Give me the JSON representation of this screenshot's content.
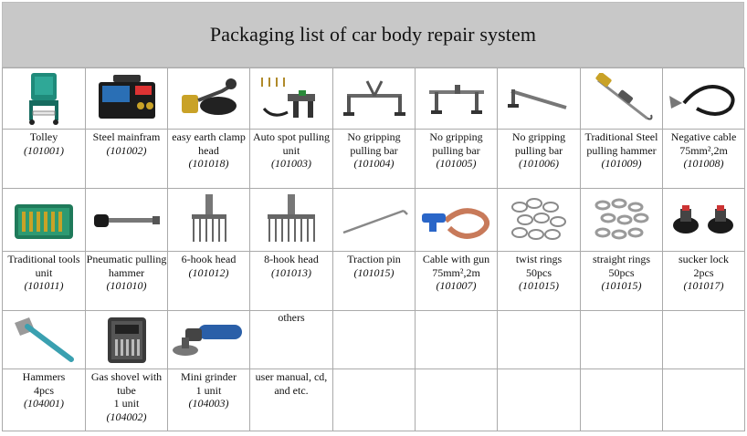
{
  "title": "Packaging list of car body repair system",
  "rows": [
    [
      {
        "name": "Tolley",
        "code": "(101001)",
        "icon": "trolley-icon"
      },
      {
        "name": "Steel mainfram",
        "code": "(101002)",
        "icon": "mainframe-machine-icon"
      },
      {
        "name": "easy earth clamp head",
        "code": "(101018)",
        "icon": "earth-clamp-icon"
      },
      {
        "name": "Auto spot pulling unit",
        "code": "(101003)",
        "icon": "spot-pulling-unit-icon"
      },
      {
        "name": "No gripping pulling  bar",
        "code": "(101004)",
        "icon": "pulling-bar-icon"
      },
      {
        "name": "No gripping pulling  bar",
        "code": "(101005)",
        "icon": "pulling-bar-icon"
      },
      {
        "name": "No gripping pulling  bar",
        "code": "(101006)",
        "icon": "pulling-bar-icon"
      },
      {
        "name": "Traditional Steel pulling hammer",
        "code": "(101009)",
        "icon": "pulling-hammer-icon"
      },
      {
        "name": "Negative cable 75mm²,2m",
        "code": "(101008)",
        "icon": "negative-cable-icon"
      }
    ],
    [
      {
        "name": "Traditional tools unit",
        "code": "(101011)",
        "icon": "tool-case-icon"
      },
      {
        "name": "Pneumatic pulling hammer",
        "code": "(101010)",
        "icon": "pneumatic-hammer-icon"
      },
      {
        "name": "6-hook head",
        "code": "(101012)",
        "icon": "six-hook-head-icon"
      },
      {
        "name": "8-hook head",
        "code": "(101013)",
        "icon": "eight-hook-head-icon"
      },
      {
        "name": "Traction pin",
        "code": "(101015)",
        "icon": "traction-pin-icon"
      },
      {
        "name": "Cable with gun 75mm²,2m",
        "code": "(101007)",
        "icon": "cable-gun-icon"
      },
      {
        "name": "twist rings",
        "qty": "50pcs",
        "code": "(101015)",
        "icon": "twist-rings-icon"
      },
      {
        "name": "straight rings",
        "qty": "50pcs",
        "code": "(101015)",
        "icon": "straight-rings-icon"
      },
      {
        "name": "sucker lock",
        "qty": "2pcs",
        "code": "(101017)",
        "icon": "sucker-lock-icon"
      }
    ],
    [
      {
        "name": "Hammers",
        "qty": "4pcs",
        "code": "(104001)",
        "icon": "hammer-icon"
      },
      {
        "name": "Gas shovel with tube",
        "qty": "1 unit",
        "code": "(104002)",
        "icon": "gas-shovel-case-icon"
      },
      {
        "name": "Mini grinder",
        "qty": "1 unit",
        "code": "(104003)",
        "icon": "mini-grinder-icon"
      },
      {
        "name": "user manual, cd, and etc.",
        "header": "others",
        "icon": ""
      },
      {
        "name": ""
      },
      {
        "name": ""
      },
      {
        "name": ""
      },
      {
        "name": ""
      },
      {
        "name": ""
      }
    ]
  ]
}
